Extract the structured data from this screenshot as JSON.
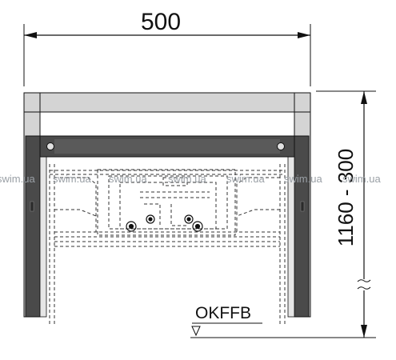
{
  "drawing": {
    "width_dimension": "500",
    "height_dimension": "1160 - 300",
    "floor_label": "OKFFB",
    "watermark": "swim.ua",
    "colors": {
      "frame_dark": "#4a4a4a",
      "frame_light": "#d4d4d4",
      "line": "#111111",
      "dash": "#333333",
      "watermark": "#9aa0a6"
    }
  }
}
